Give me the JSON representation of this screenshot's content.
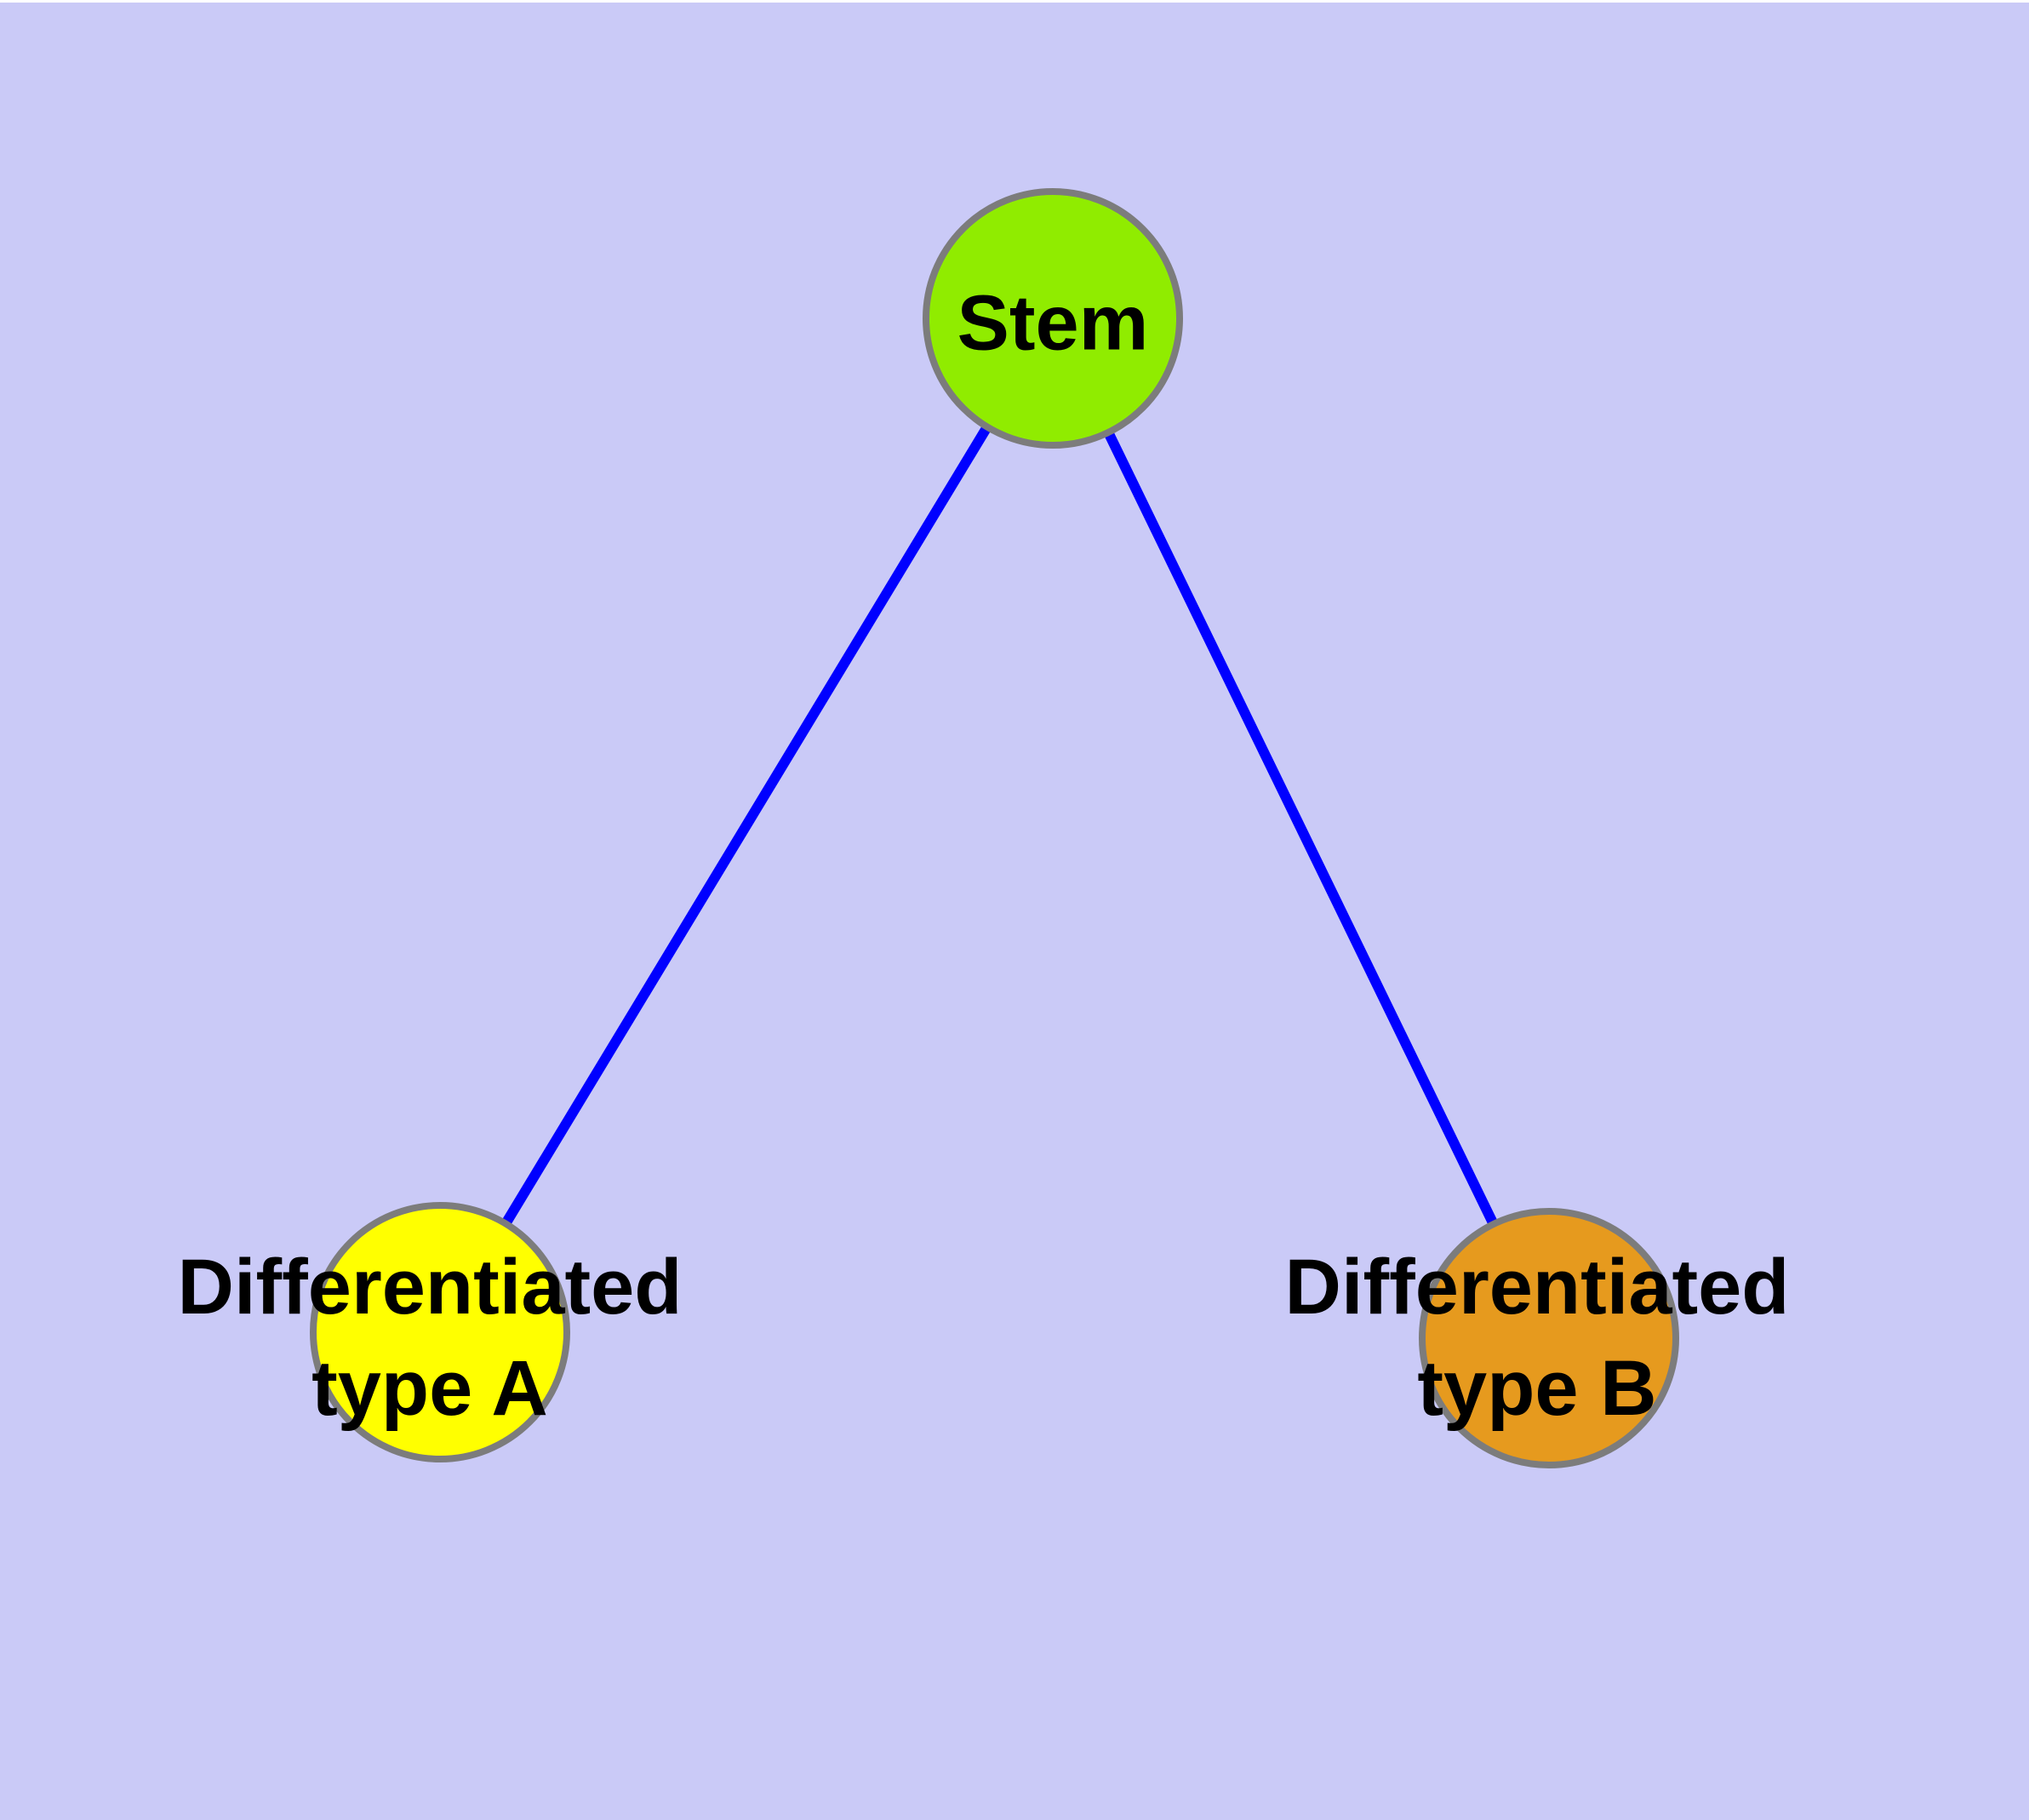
{
  "diagram": {
    "background_color": "#cacaf7",
    "margin_color": "#ffffff",
    "edge_color": "#0000ff",
    "node_border_color": "#7c7c7c",
    "label_color": "#000000",
    "nodes": [
      {
        "id": "stem",
        "label": "Stem",
        "fill": "#90ec00"
      },
      {
        "id": "differentiated-type-a",
        "label_line1": "Differentiated",
        "label_line2": "type A",
        "fill": "#ffff00"
      },
      {
        "id": "differentiated-type-b",
        "label_line1": "Differentiated",
        "label_line2": "type B",
        "fill": "#e69a1e"
      }
    ],
    "edges": [
      {
        "from": "stem",
        "to": "differentiated-type-a"
      },
      {
        "from": "stem",
        "to": "differentiated-type-b"
      }
    ]
  }
}
